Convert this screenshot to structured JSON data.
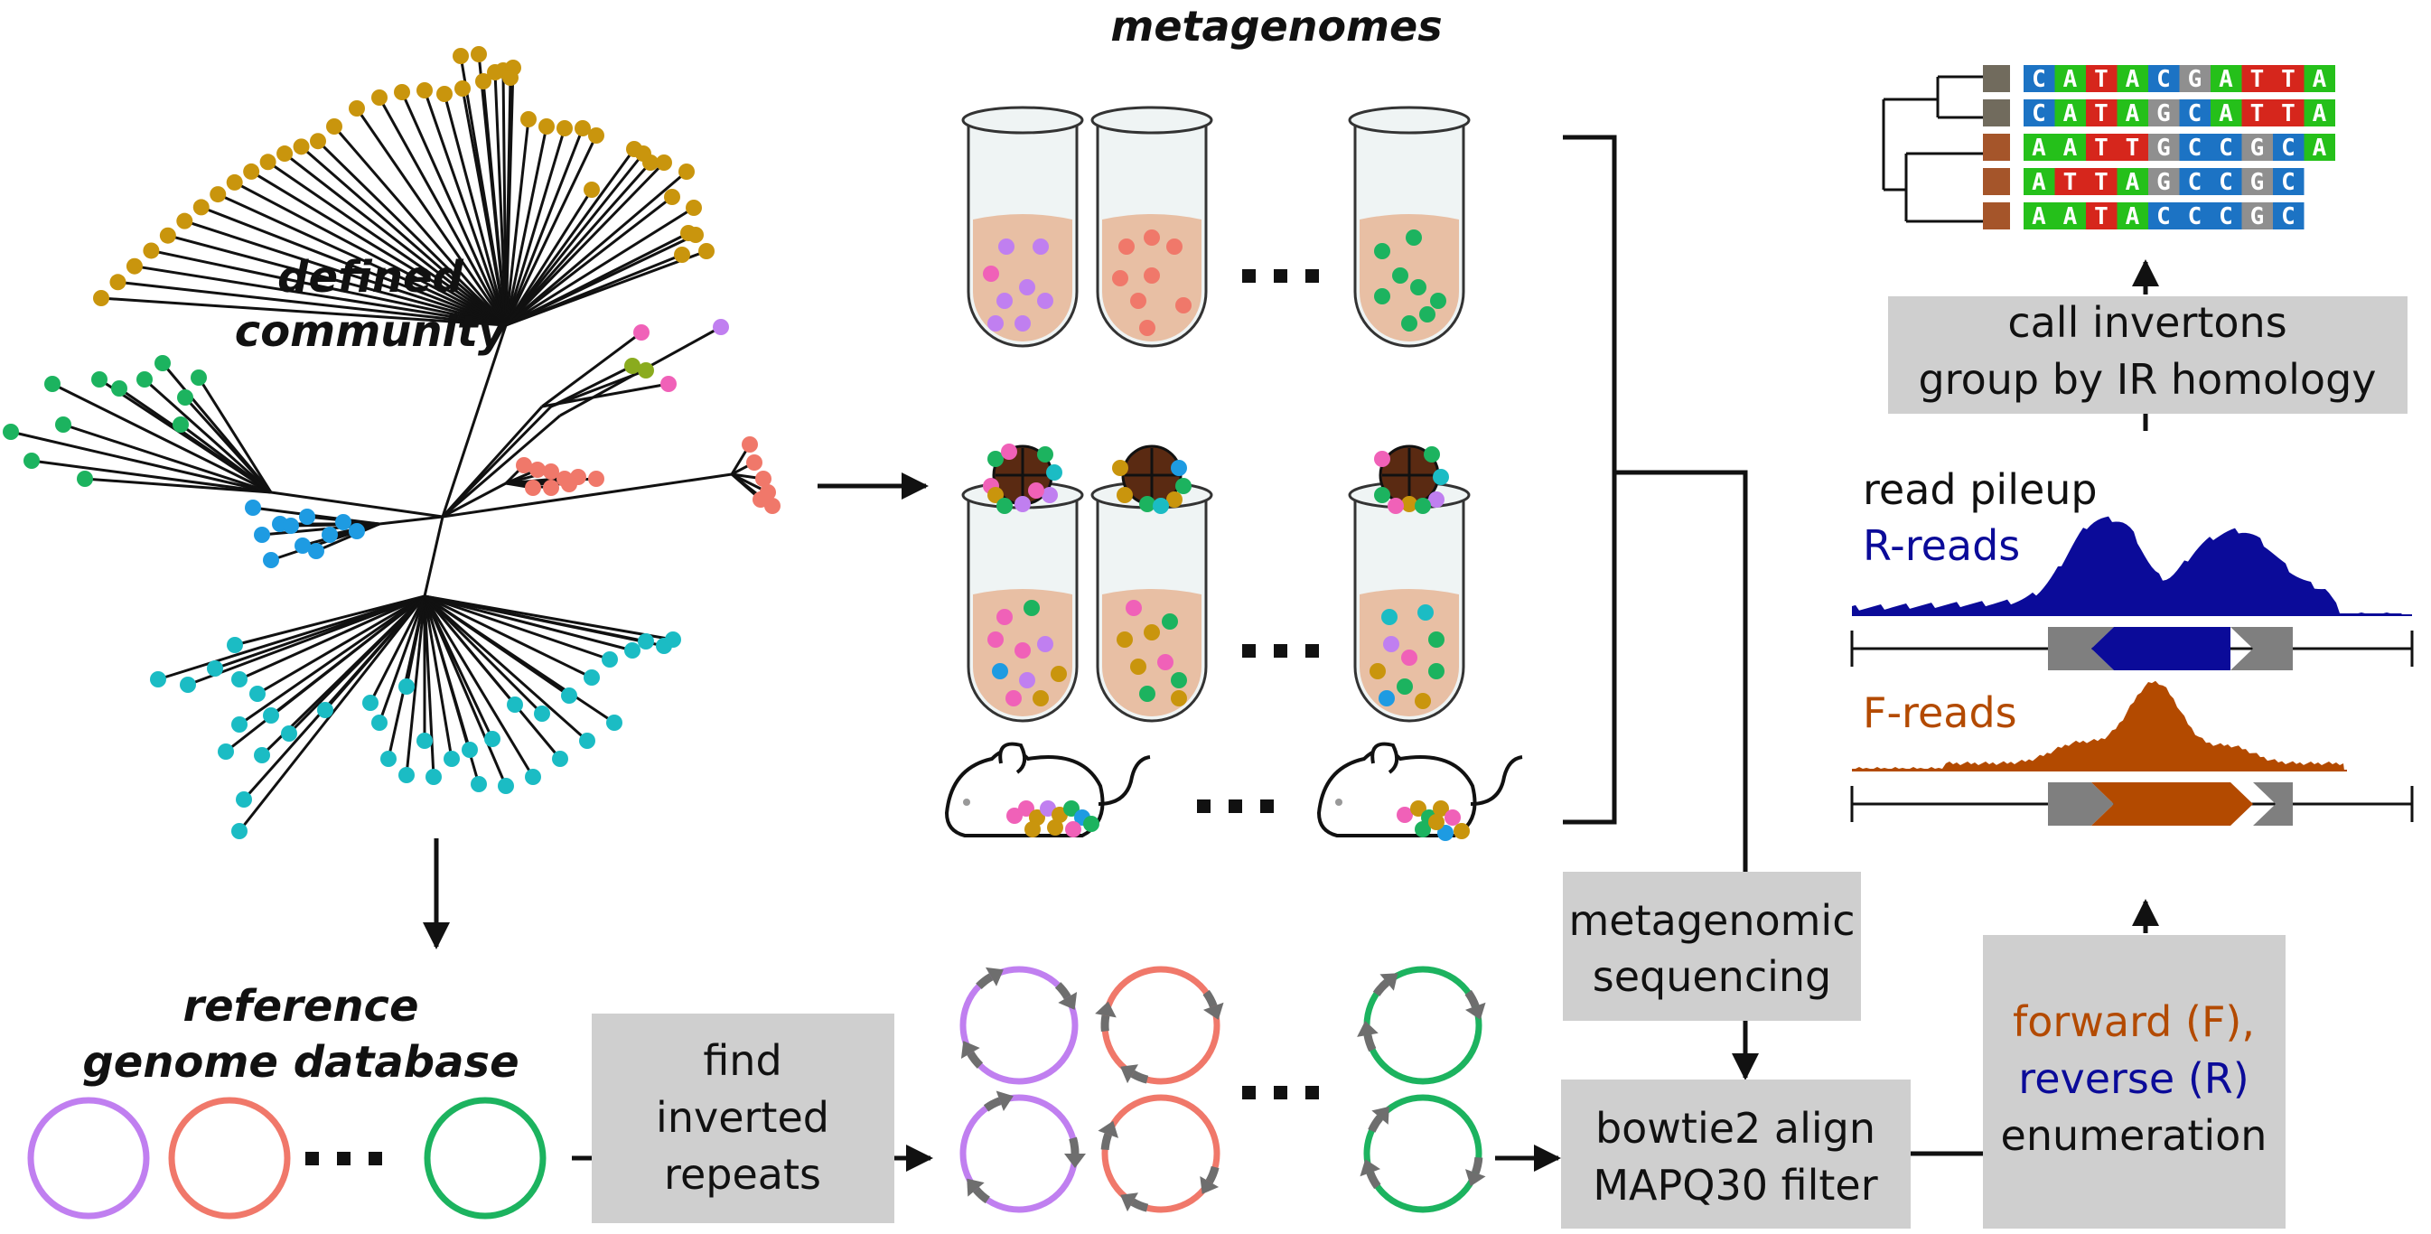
{
  "labels": {
    "metagenomes": "metagenomes",
    "defined_community_l1": "defined",
    "defined_community_l2": "community",
    "reference_l1": "reference",
    "reference_l2": "genome database",
    "read_pileup": "read pileup",
    "r_reads": "R-reads",
    "f_reads": "F-reads"
  },
  "boxes": {
    "find_repeats": [
      "find",
      "inverted",
      "repeats"
    ],
    "metagenomic_sequencing": [
      "metagenomic",
      "sequencing"
    ],
    "bowtie": [
      "bowtie2 align",
      "MAPQ30 filter"
    ],
    "call_invertons": [
      "call invertons",
      "group by IR homology"
    ],
    "enumeration_forward": "forward (F),",
    "enumeration_reverse": "reverse (R)",
    "enumeration_label": "enumeration"
  },
  "sequences": [
    "CATACGATTA",
    "CATAGCATTA",
    "AATTGCCGCA",
    "ATTAGCCGC",
    "AATACCCGC"
  ],
  "colors": {
    "gold": "#c9950d",
    "green": "#1cb35f",
    "teal": "#1bbcc4",
    "blue": "#1e9be2",
    "salmon": "#f0786a",
    "purple": "#c07ff0",
    "pink": "#f061b8",
    "olive": "#8aab1e",
    "tube_fill": "#e8bfa4",
    "tube_glass": "#eff4f4",
    "r_reads": "#0b0b99",
    "f_reads": "#b34a00",
    "gene_gray": "#7f7f7f",
    "box_gray": "#cfcfcf",
    "nt_A": "#25c01a",
    "nt_C": "#1c73c4",
    "nt_G": "#8f8f8f",
    "nt_T": "#d6261c",
    "strain_brown": "#a5552a",
    "strain_gray": "#716b5d"
  }
}
